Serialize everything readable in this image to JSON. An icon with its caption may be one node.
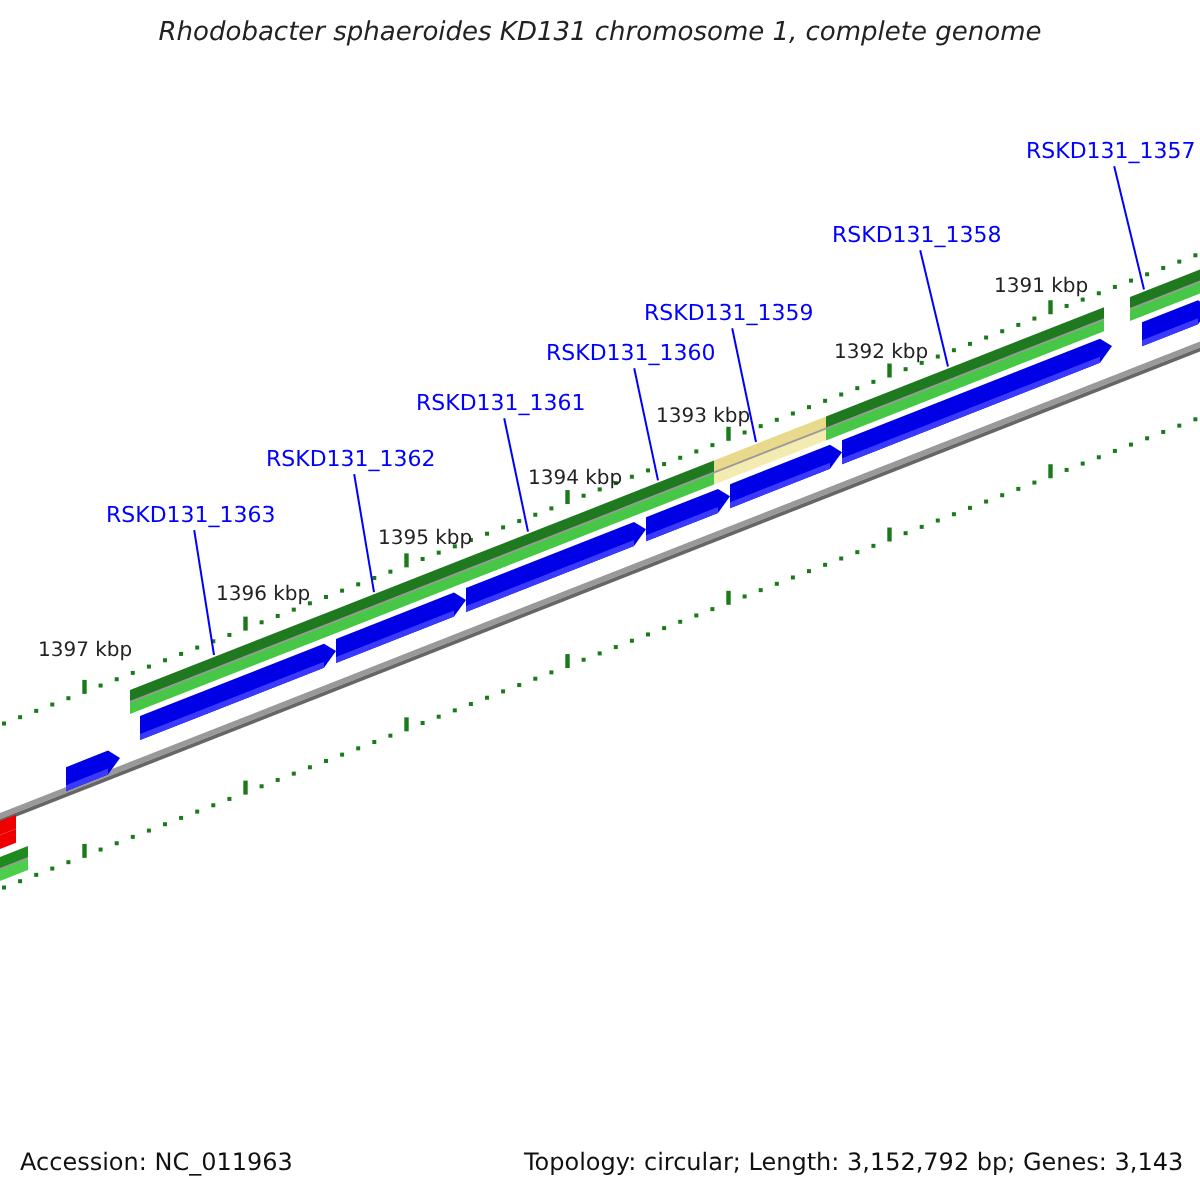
{
  "diagram": {
    "title": "Rhodobacter sphaeroides KD131 chromosome 1, complete genome",
    "nodes": [
      {
        "text": [
          "RSKD131_1363"
        ]
      },
      {
        "text": [
          "RSKD131_1362"
        ]
      },
      {
        "text": [
          "RSKD131_1361"
        ]
      },
      {
        "text": [
          "RSKD131_1360"
        ]
      },
      {
        "text": [
          "RSKD131_1359"
        ]
      },
      {
        "text": [
          "RSKD131_1358"
        ]
      },
      {
        "text": [
          "RSKD131_1357"
        ]
      },
      {
        "text": [],
        "shape": "bar"
      },
      {
        "text": [],
        "shape": "bar"
      },
      {
        "text": [],
        "shape": "bar"
      },
      {
        "text": [],
        "shape": "bar"
      },
      {
        "text": [],
        "shape": "bar"
      },
      {
        "text": [],
        "shape": "bar"
      },
      {
        "text": [],
        "shape": "bar"
      },
      {
        "text": [],
        "shape": "arrow"
      },
      {
        "text": [],
        "shape": "arrow"
      },
      {
        "text": [],
        "shape": "arrow"
      },
      {
        "text": [],
        "shape": "arrow"
      },
      {
        "text": [],
        "shape": "arrow"
      },
      {
        "text": [],
        "shape": "arrow"
      },
      {
        "text": [],
        "shape": "arrow"
      },
      {
        "text": [],
        "shape": "arrow"
      },
      {
        "text": [],
        "shape": "bar"
      },
      {
        "text": [],
        "shape": "bar"
      }
    ],
    "edges": [
      {
        "from": 0,
        "to": 7,
        "arrow": "none"
      },
      {
        "from": 1,
        "to": 8,
        "arrow": "none"
      },
      {
        "from": 2,
        "to": 9,
        "arrow": "none"
      },
      {
        "from": 3,
        "to": 10,
        "arrow": "none"
      },
      {
        "from": 4,
        "to": 11,
        "arrow": "none"
      },
      {
        "from": 5,
        "to": 12,
        "arrow": "none"
      },
      {
        "from": 6,
        "to": 13,
        "arrow": "none"
      }
    ],
    "labels": [
      "1397 kbp",
      "1396 kbp",
      "1395 kbp",
      "1394 kbp",
      "1393 kbp",
      "1392 kbp",
      "1391 kbp",
      "Accession: NC_011963",
      "Topology: circular; Length: 3,152,792 bp; Genes: 3,143"
    ]
  }
}
